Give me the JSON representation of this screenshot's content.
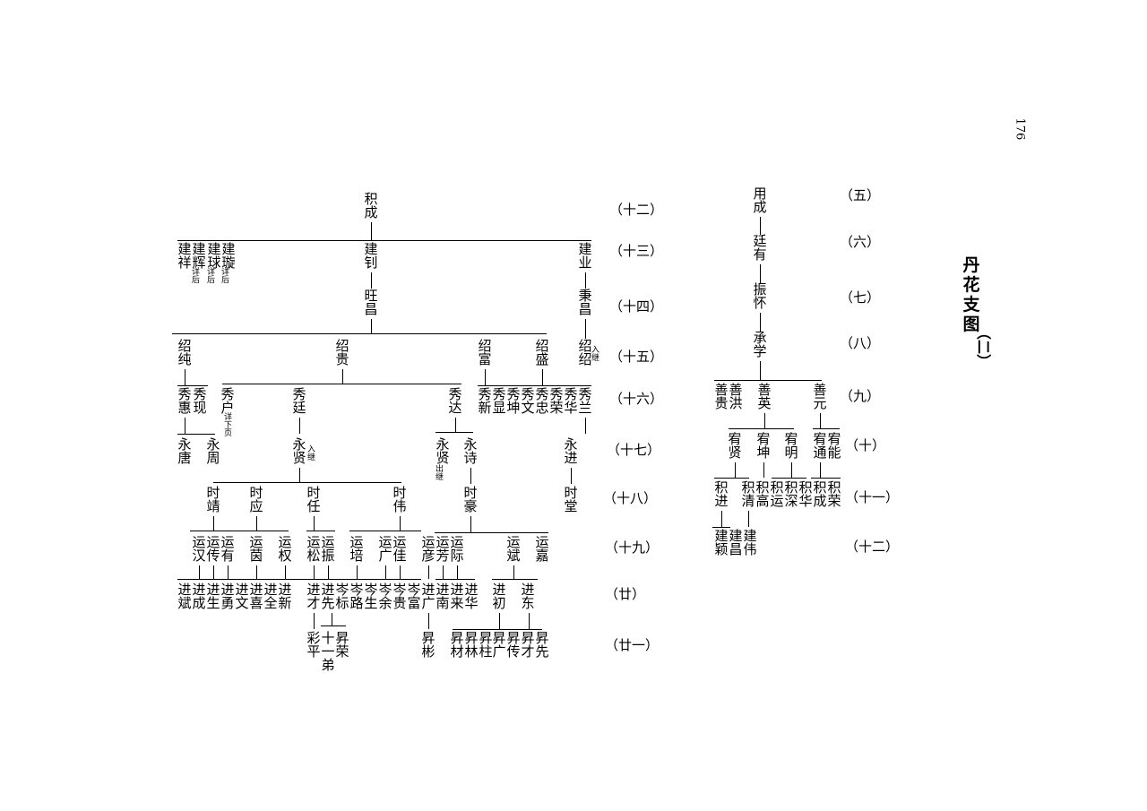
{
  "page_number": "176",
  "title": "丹花支图",
  "title_suffix": "（二）",
  "left_tree": {
    "generations": [
      "（十二）",
      "（十三）",
      "（十四）",
      "（十五）",
      "（十六）",
      "（十七）",
      "（十八）",
      "（十九）",
      "（廿）",
      "（廿一）"
    ],
    "names": {
      "g12": [
        "积成"
      ],
      "g13": [
        "建祥",
        "建辉",
        "建球",
        "建璇",
        "建钊",
        "建业"
      ],
      "g13_notes": [
        "详后",
        "详后",
        "详后"
      ],
      "g14": [
        "旺昌",
        "秉昌"
      ],
      "g15": [
        "绍纯",
        "绍贵",
        "绍富",
        "绍盛",
        "绍绍"
      ],
      "g15_note": "入继",
      "g16": [
        "秀惠",
        "秀现",
        "秀户",
        "秀廷",
        "秀达",
        "秀新",
        "秀显",
        "秀坤",
        "秀文",
        "秀忠",
        "秀荣",
        "秀华",
        "秀兰"
      ],
      "g16_note": "详下页",
      "g17": [
        "永唐",
        "永周",
        "永贤",
        "永贤",
        "永诗",
        "永进"
      ],
      "g17_notes": [
        "入继",
        "出继"
      ],
      "g18": [
        "时靖",
        "时应",
        "时任",
        "时伟",
        "时豪",
        "时堂"
      ],
      "g19": [
        "运汉",
        "运传",
        "运有",
        "运茵",
        "运权",
        "运松",
        "运振",
        "运培",
        "运广",
        "运佳",
        "运彦",
        "运芳",
        "运际",
        "运斌",
        "运嘉"
      ],
      "g20": [
        "进斌",
        "进成",
        "进生",
        "进勇",
        "进文",
        "进喜",
        "进全",
        "进新",
        "进才",
        "进先",
        "岑标",
        "岑路",
        "岑生",
        "岑余",
        "岑贵",
        "岑富",
        "进广",
        "进南",
        "进来",
        "进华",
        "进初",
        "进东"
      ],
      "g21": [
        "彩平",
        "十一弟",
        "昇荣",
        "昇彬",
        "昇材",
        "昇林",
        "昇柱",
        "昇广",
        "昇传",
        "昇才",
        "昇先"
      ]
    }
  },
  "right_tree": {
    "generations": [
      "（五）",
      "（六）",
      "（七）",
      "（八）",
      "（九）",
      "（十）",
      "（十一）",
      "（十二）"
    ],
    "names": {
      "g5": [
        "用成"
      ],
      "g6": [
        "廷有"
      ],
      "g7": [
        "振怀"
      ],
      "g8": [
        "承学"
      ],
      "g9": [
        "善贵",
        "善洪",
        "善英",
        "善元"
      ],
      "g10": [
        "宥贤",
        "宥坤",
        "宥明",
        "宥通",
        "宥能"
      ],
      "g11": [
        "积进",
        "积清",
        "积高",
        "积运",
        "积深",
        "积华",
        "积成",
        "积荣"
      ],
      "g12": [
        "建颖",
        "建昌",
        "建伟"
      ]
    }
  }
}
